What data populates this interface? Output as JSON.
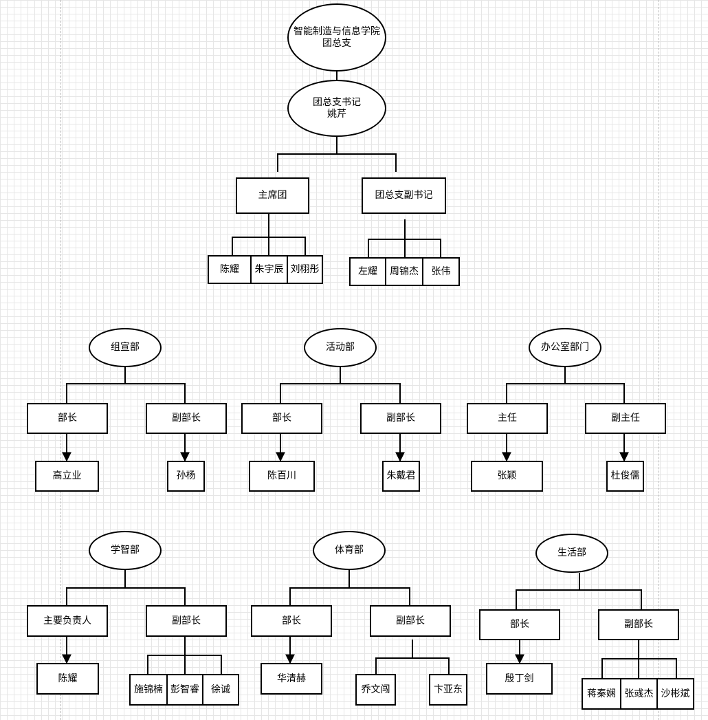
{
  "root": {
    "title": "智能制造与信息学院\n团总支",
    "secretary": "团总支书记\n姚芹"
  },
  "presidium": {
    "label": "主席团",
    "members": [
      "陈耀",
      "朱宇辰",
      "刘栩彤"
    ]
  },
  "deputy": {
    "label": "团总支副书记",
    "members": [
      "左耀",
      "周锦杰",
      "张伟"
    ]
  },
  "departments": {
    "zuxuan": {
      "name": "组宣部",
      "head_title": "部长",
      "head": "高立业",
      "deputy_title": "副部长",
      "deputy": "孙杨"
    },
    "huodong": {
      "name": "活动部",
      "head_title": "部长",
      "head": "陈百川",
      "deputy_title": "副部长",
      "deputy": "朱戴君"
    },
    "bangong": {
      "name": "办公室部门",
      "head_title": "主任",
      "head": "张颖",
      "deputy_title": "副主任",
      "deputy": "杜俊儒"
    },
    "xuezhi": {
      "name": "学智部",
      "head_title": "主要负责人",
      "head": "陈耀",
      "deputy_title": "副部长",
      "deputies": [
        "施锦楠",
        "彭智睿",
        "徐诚"
      ]
    },
    "tiyu": {
      "name": "体育部",
      "head_title": "部长",
      "head": "华清赫",
      "deputy_title": "副部长",
      "deputies": [
        "乔文闯",
        "卞亚东"
      ]
    },
    "shenghuo": {
      "name": "生活部",
      "head_title": "部长",
      "head": "殷丁剑",
      "deputy_title": "副部长",
      "deputies": [
        "蒋秦娴",
        "张彧杰",
        "沙彬斌"
      ]
    }
  }
}
